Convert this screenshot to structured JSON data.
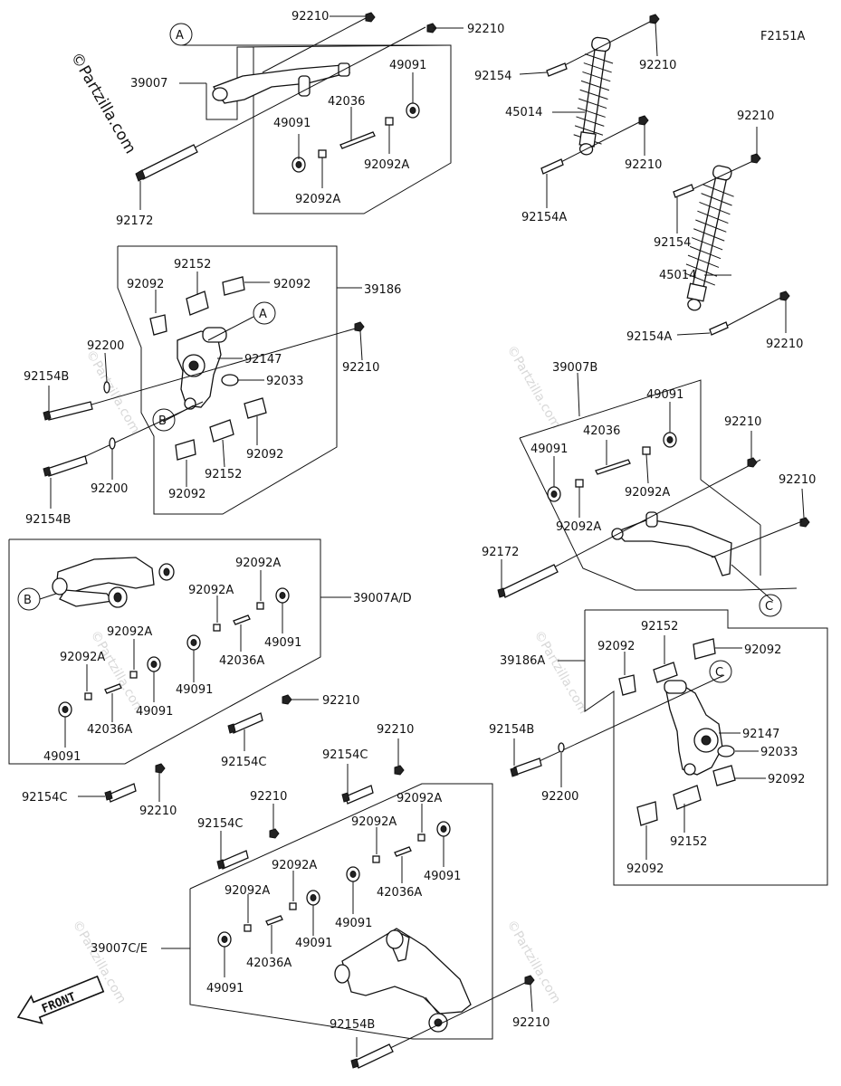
{
  "figure_code": "F2151A",
  "watermark": "©Partzilla.com",
  "front_label": "FRONT",
  "callouts": {
    "a": "A",
    "b": "B",
    "c": "C"
  },
  "labels": {
    "p92210": "92210",
    "p39007": "39007",
    "p92172": "92172",
    "p42036": "42036",
    "p49091": "49091",
    "p92092A": "92092A",
    "p92154": "92154",
    "p45014": "45014",
    "p92154A": "92154A",
    "p39186": "39186",
    "p92092": "92092",
    "p92152": "92152",
    "p92147": "92147",
    "p92033": "92033",
    "p92200": "92200",
    "p92154B": "92154B",
    "p39007B": "39007B",
    "p39007AD": "39007A/D",
    "p42036A": "42036A",
    "p92154C": "92154C",
    "p39186A": "39186A",
    "p39007CE": "39007C/E"
  }
}
